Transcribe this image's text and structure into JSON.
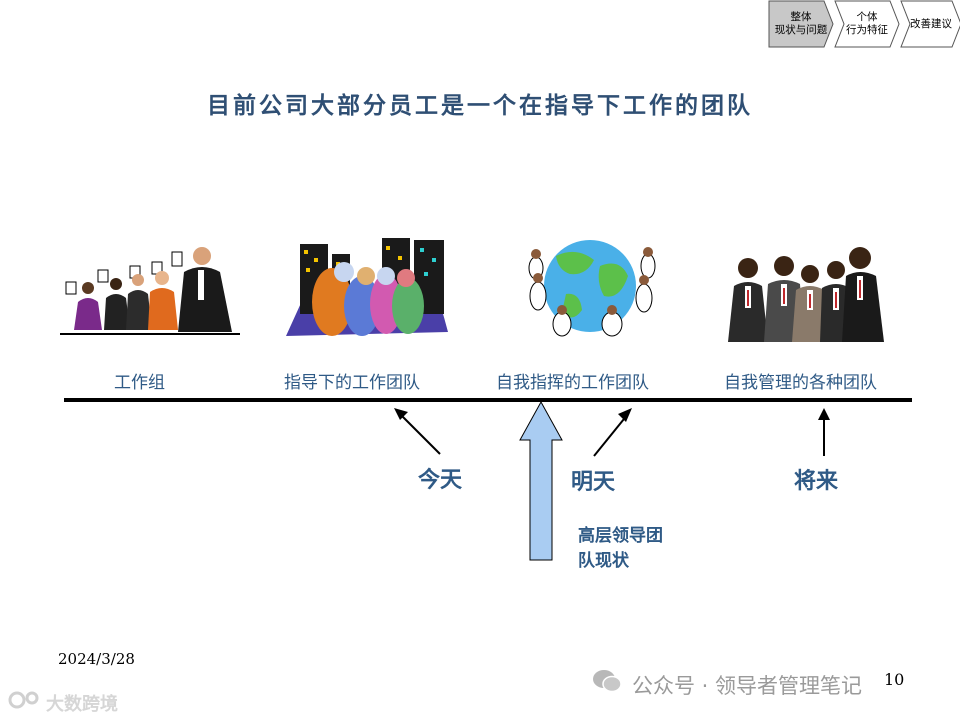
{
  "nav": {
    "steps": [
      {
        "label": "整体\n现状与问题",
        "active": true
      },
      {
        "label": "个体\n行为特征",
        "active": false
      },
      {
        "label": "改善建议",
        "active": false
      }
    ]
  },
  "title": "目前公司大部分员工是一个在指导下工作的团队",
  "stages": [
    {
      "label": "工作组",
      "icon": "work-group-people-icon"
    },
    {
      "label": "指导下的工作团队",
      "icon": "city-team-icon"
    },
    {
      "label": "自我指挥的工作团队",
      "icon": "globe-team-icon"
    },
    {
      "label": "自我管理的各种团队",
      "icon": "business-team-icon"
    }
  ],
  "markers": {
    "today": "今天",
    "tomorrow": "明天",
    "future": "将来",
    "leadership_note_line1": "高层领导团",
    "leadership_note_line2": "队现状"
  },
  "footer": {
    "date": "2024/3/28",
    "page_number": "10",
    "watermark_right": "公众号 · 领导者管理笔记",
    "watermark_left": "大数跨境"
  },
  "colors": {
    "title": "#2f4f74",
    "text_blue": "#2f5a86",
    "arrow_fill": "#a9ccf2",
    "nav_active": "#c8c8c8"
  }
}
